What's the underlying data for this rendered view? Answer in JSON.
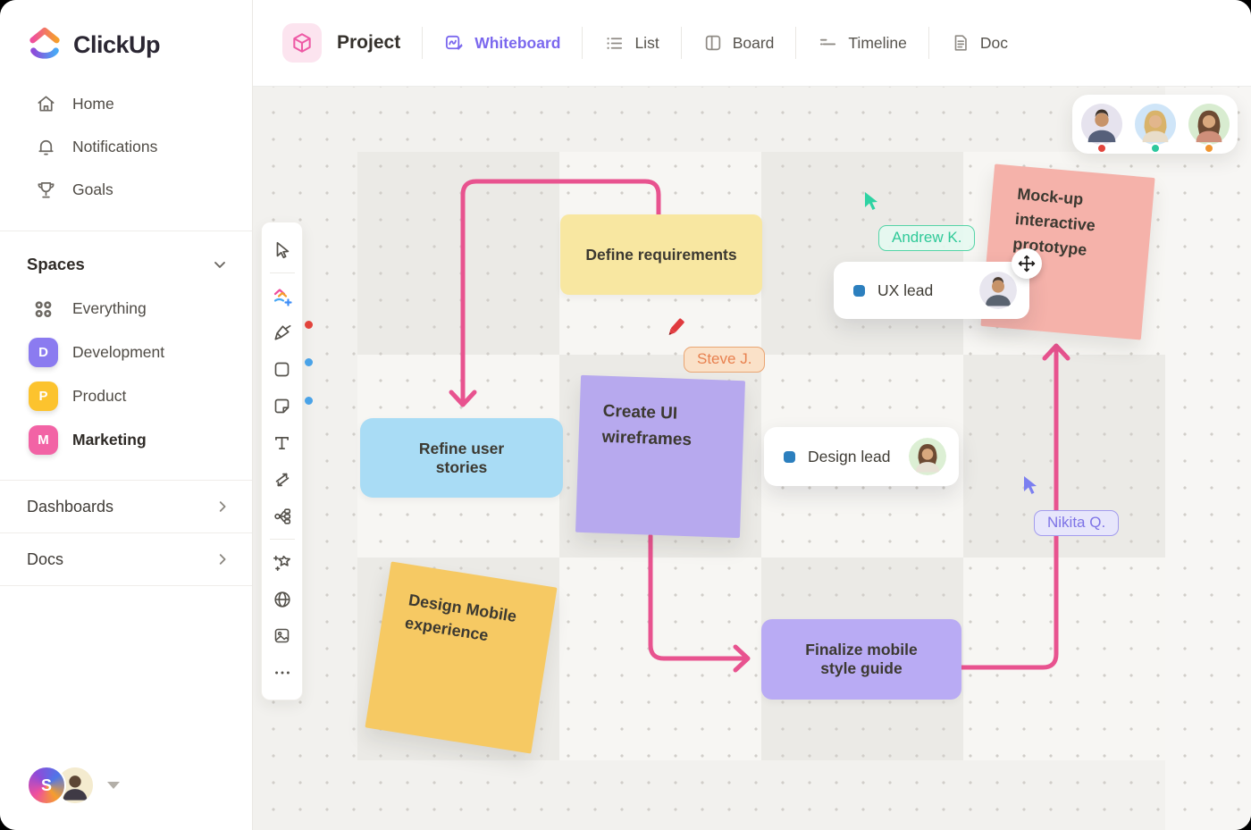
{
  "app": {
    "name": "ClickUp"
  },
  "sidebar": {
    "nav_items": [
      {
        "label": "Home"
      },
      {
        "label": "Notifications"
      },
      {
        "label": "Goals"
      }
    ],
    "spaces": {
      "header": "Spaces",
      "items": [
        {
          "label": "Everything"
        },
        {
          "label": "Development",
          "badge": "D",
          "badge_color": "#8b7bf0"
        },
        {
          "label": "Product",
          "badge": "P",
          "badge_color": "#fcc32e"
        },
        {
          "label": "Marketing",
          "badge": "M",
          "badge_color": "#f263a5"
        }
      ]
    },
    "links": [
      {
        "label": "Dashboards"
      },
      {
        "label": "Docs"
      }
    ],
    "user": {
      "initial": "S"
    }
  },
  "topbar": {
    "project_label": "Project",
    "tabs": [
      {
        "label": "Whiteboard",
        "active": true
      },
      {
        "label": "List"
      },
      {
        "label": "Board"
      },
      {
        "label": "Timeline"
      },
      {
        "label": "Doc"
      }
    ],
    "accent_color": "#7b68ee"
  },
  "canvas": {
    "notes": [
      {
        "text": "Define requirements",
        "color": "#f8e7a1"
      },
      {
        "text": "Refine user stories",
        "color": "#a9dcf5"
      },
      {
        "text": "Create UI wireframes",
        "color": "#b7a9ee"
      },
      {
        "text": "Design Mobile experience",
        "color": "#f6c963"
      },
      {
        "text": "Mock-up interactive prototype",
        "color": "#f5b2aa"
      },
      {
        "text": "Finalize mobile style guide",
        "color": "#b9abf4"
      }
    ],
    "user_tags": [
      {
        "name": "Andrew K.",
        "color": "#2fc998"
      },
      {
        "name": "Steve J.",
        "color": "#e8814f"
      },
      {
        "name": "Nikita Q.",
        "color": "#7d73e6"
      }
    ],
    "role_cards": [
      {
        "label": "UX lead"
      },
      {
        "label": "Design lead"
      }
    ],
    "arrow_color": "#e8538f",
    "presence_status_colors": [
      "#e2443c",
      "#2cc89e",
      "#f0952f"
    ]
  }
}
